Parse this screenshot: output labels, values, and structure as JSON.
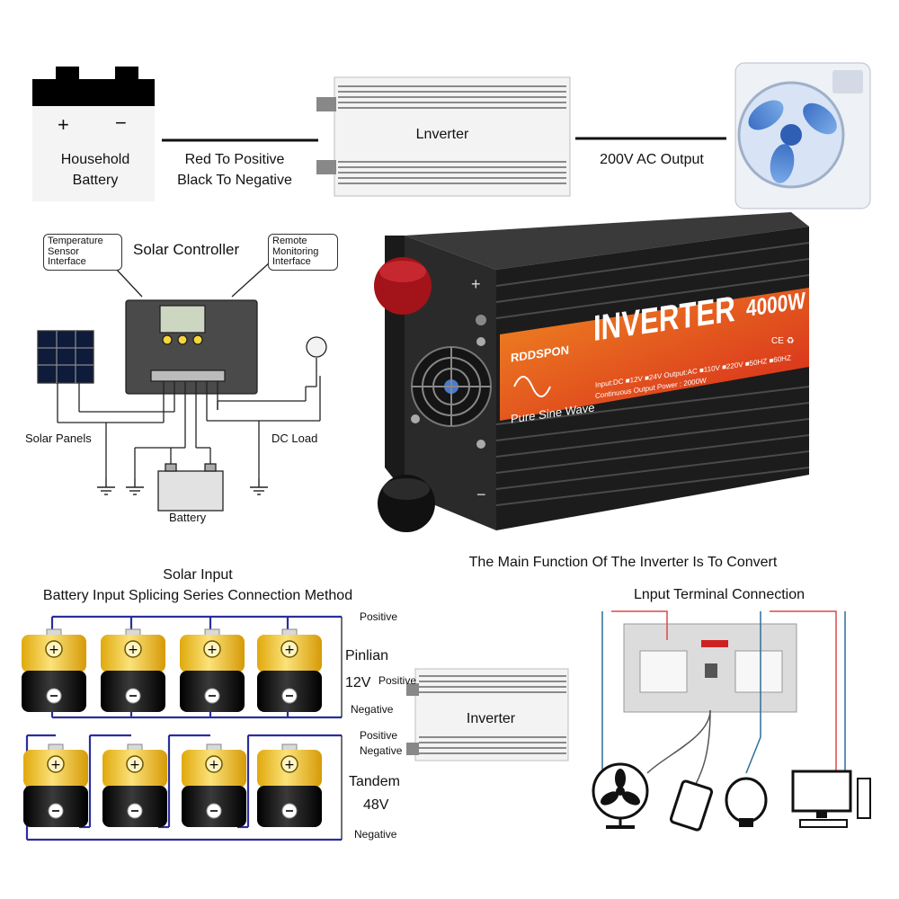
{
  "top_row": {
    "battery_label_1": "Household",
    "battery_label_2": "Battery",
    "wiring_1": "Red To Positive",
    "wiring_2": "Black To Negative",
    "inverter_label": "Lnverter",
    "output_label": "200V AC Output",
    "plus": "+",
    "minus": "−"
  },
  "solar_controller": {
    "title": "Solar Controller",
    "temp_sensor": [
      "Temperature",
      "Sensor",
      "Interface"
    ],
    "remote": [
      "Remote",
      "Monitoring",
      "Interface"
    ],
    "solar_panels": "Solar Panels",
    "dc_load": "DC Load",
    "battery": "Battery"
  },
  "product": {
    "brand": "RDDSPON",
    "title": "INVERTER",
    "wattage": "4000W",
    "subtitle": "Pure Sine Wave",
    "spec_1": "Input:DC ■12V ■24V  Output:AC ■110V ■220V ■50HZ ■60HZ",
    "spec_2": "Continuous Output Power : 2000W",
    "marks": "CE ♻",
    "plus": "+",
    "minus": "−",
    "caption": "The Main Function Of The Inverter Is To Convert"
  },
  "series_section": {
    "title_1": "Solar Input",
    "title_2": "Battery Input Splicing Series Connection Method",
    "positive_top": "Positive",
    "pinlian": "Pinlian",
    "v12": "12V",
    "positive_mid": "Positive",
    "negative_mid": "Negative",
    "positive_2": "Positive",
    "negative_2": "Negative",
    "tandem": "Tandem",
    "v48": "48V",
    "negative_bottom": "Negative",
    "inverter_label": "Inverter"
  },
  "terminal_section": {
    "title": "Lnput Terminal Connection"
  },
  "colors": {
    "red_band": "#e0411f",
    "orange_band": "#f07a1f",
    "inverter_body": "#1e1e1e",
    "battery_gold": "#f2c418",
    "battery_black": "#1a1a1a",
    "wire_blue": "#2a2f9a"
  }
}
